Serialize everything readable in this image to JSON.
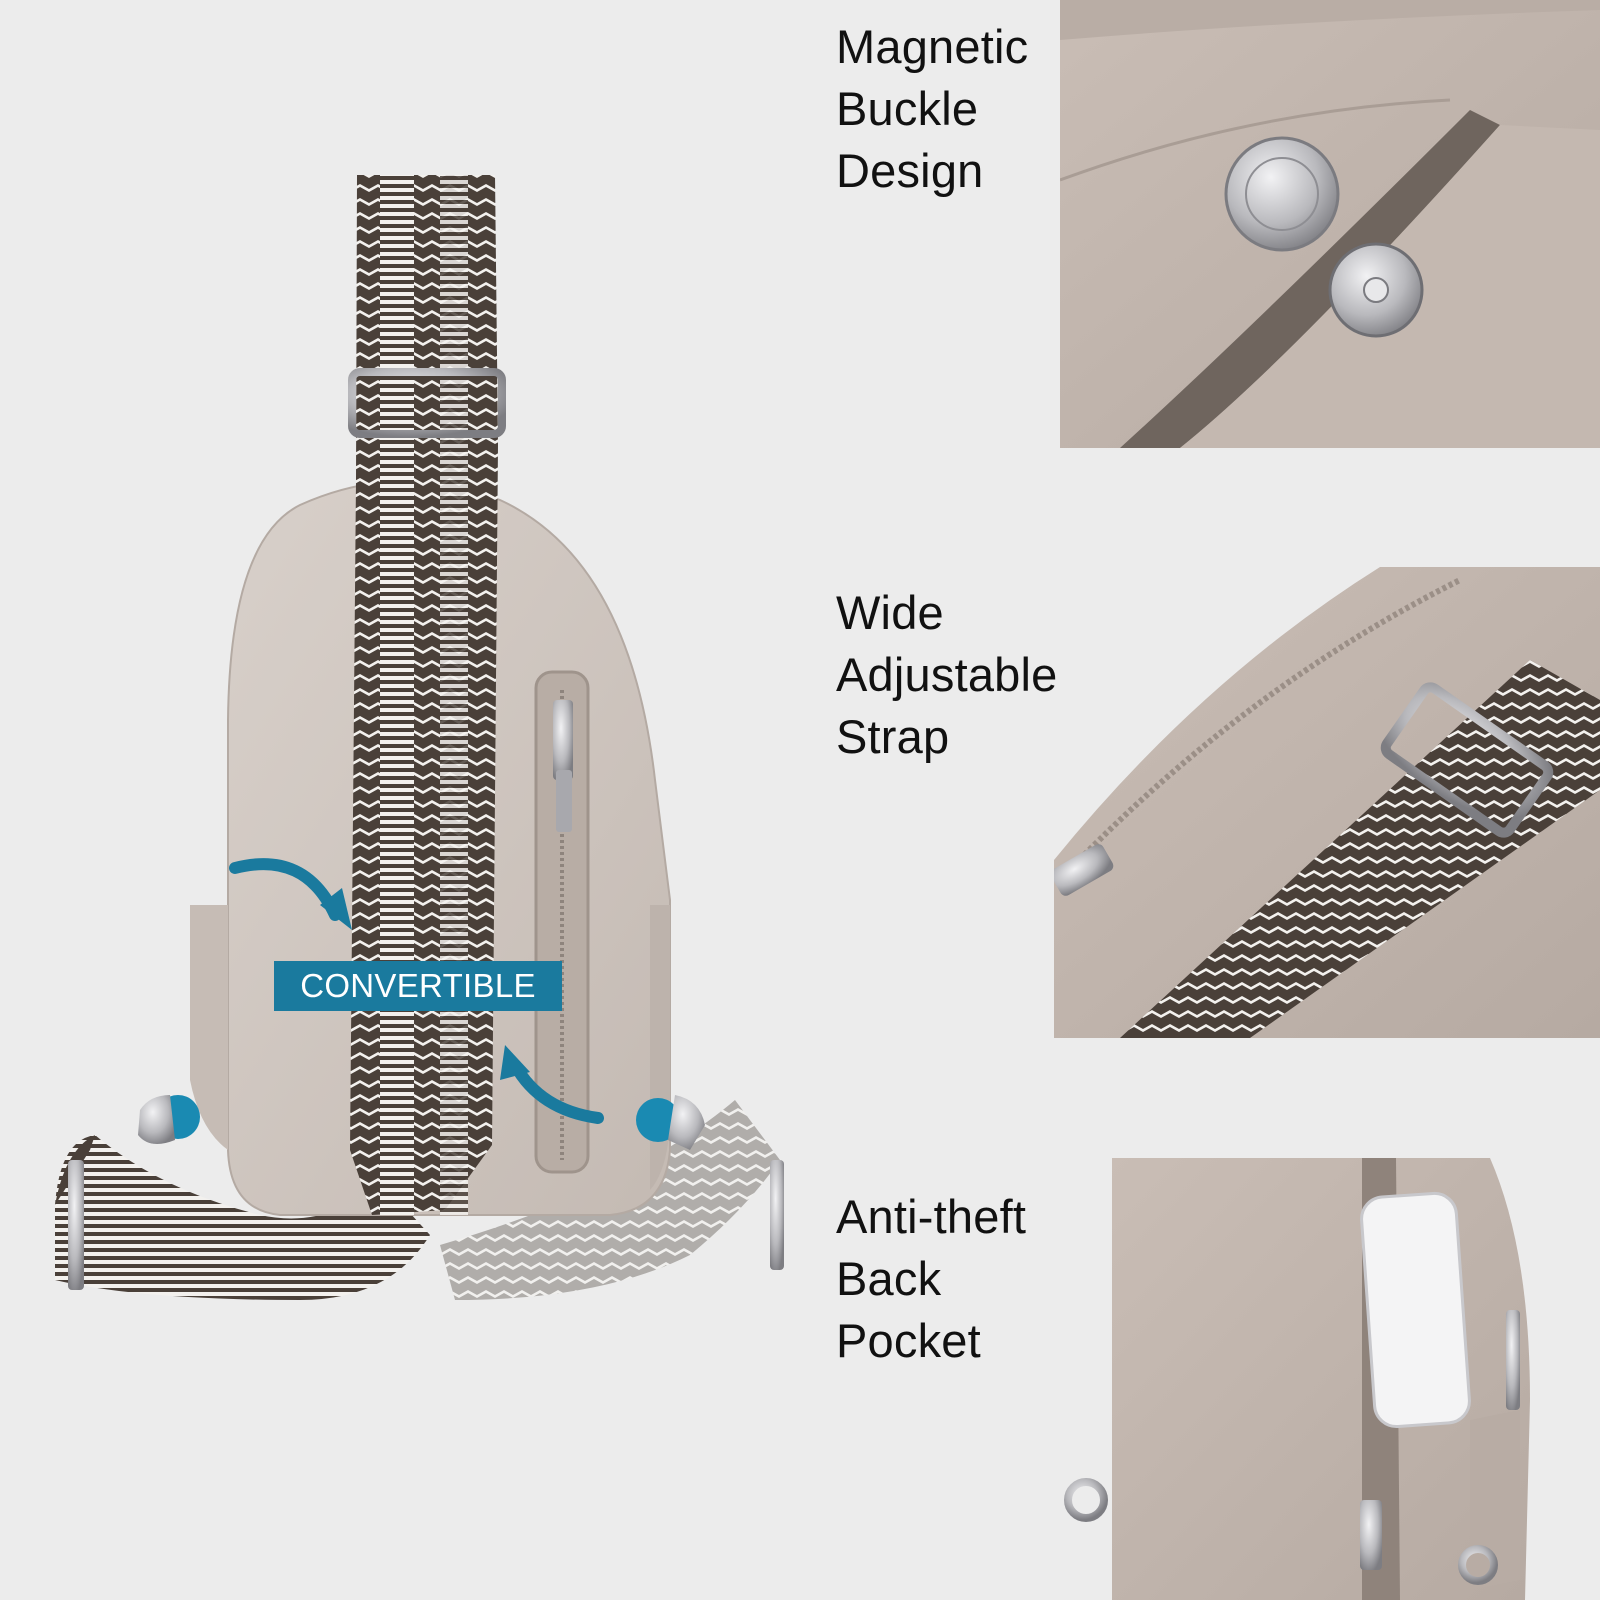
{
  "features": [
    {
      "lines": [
        "Magnetic",
        "Buckle",
        "Design"
      ]
    },
    {
      "lines": [
        "Wide",
        "Adjustable",
        "Strap"
      ]
    },
    {
      "lines": [
        "Anti-theft",
        "Back",
        "Pocket"
      ]
    }
  ],
  "badge": {
    "text": "CONVERTIBLE"
  },
  "colors": {
    "background": "#ececec",
    "bag_leather": "#cfc6c0",
    "strap_dark": "#4a4039",
    "strap_light": "#f3f1ee",
    "accent": "#1a7a9e",
    "hardware": "#b8b8bc"
  }
}
